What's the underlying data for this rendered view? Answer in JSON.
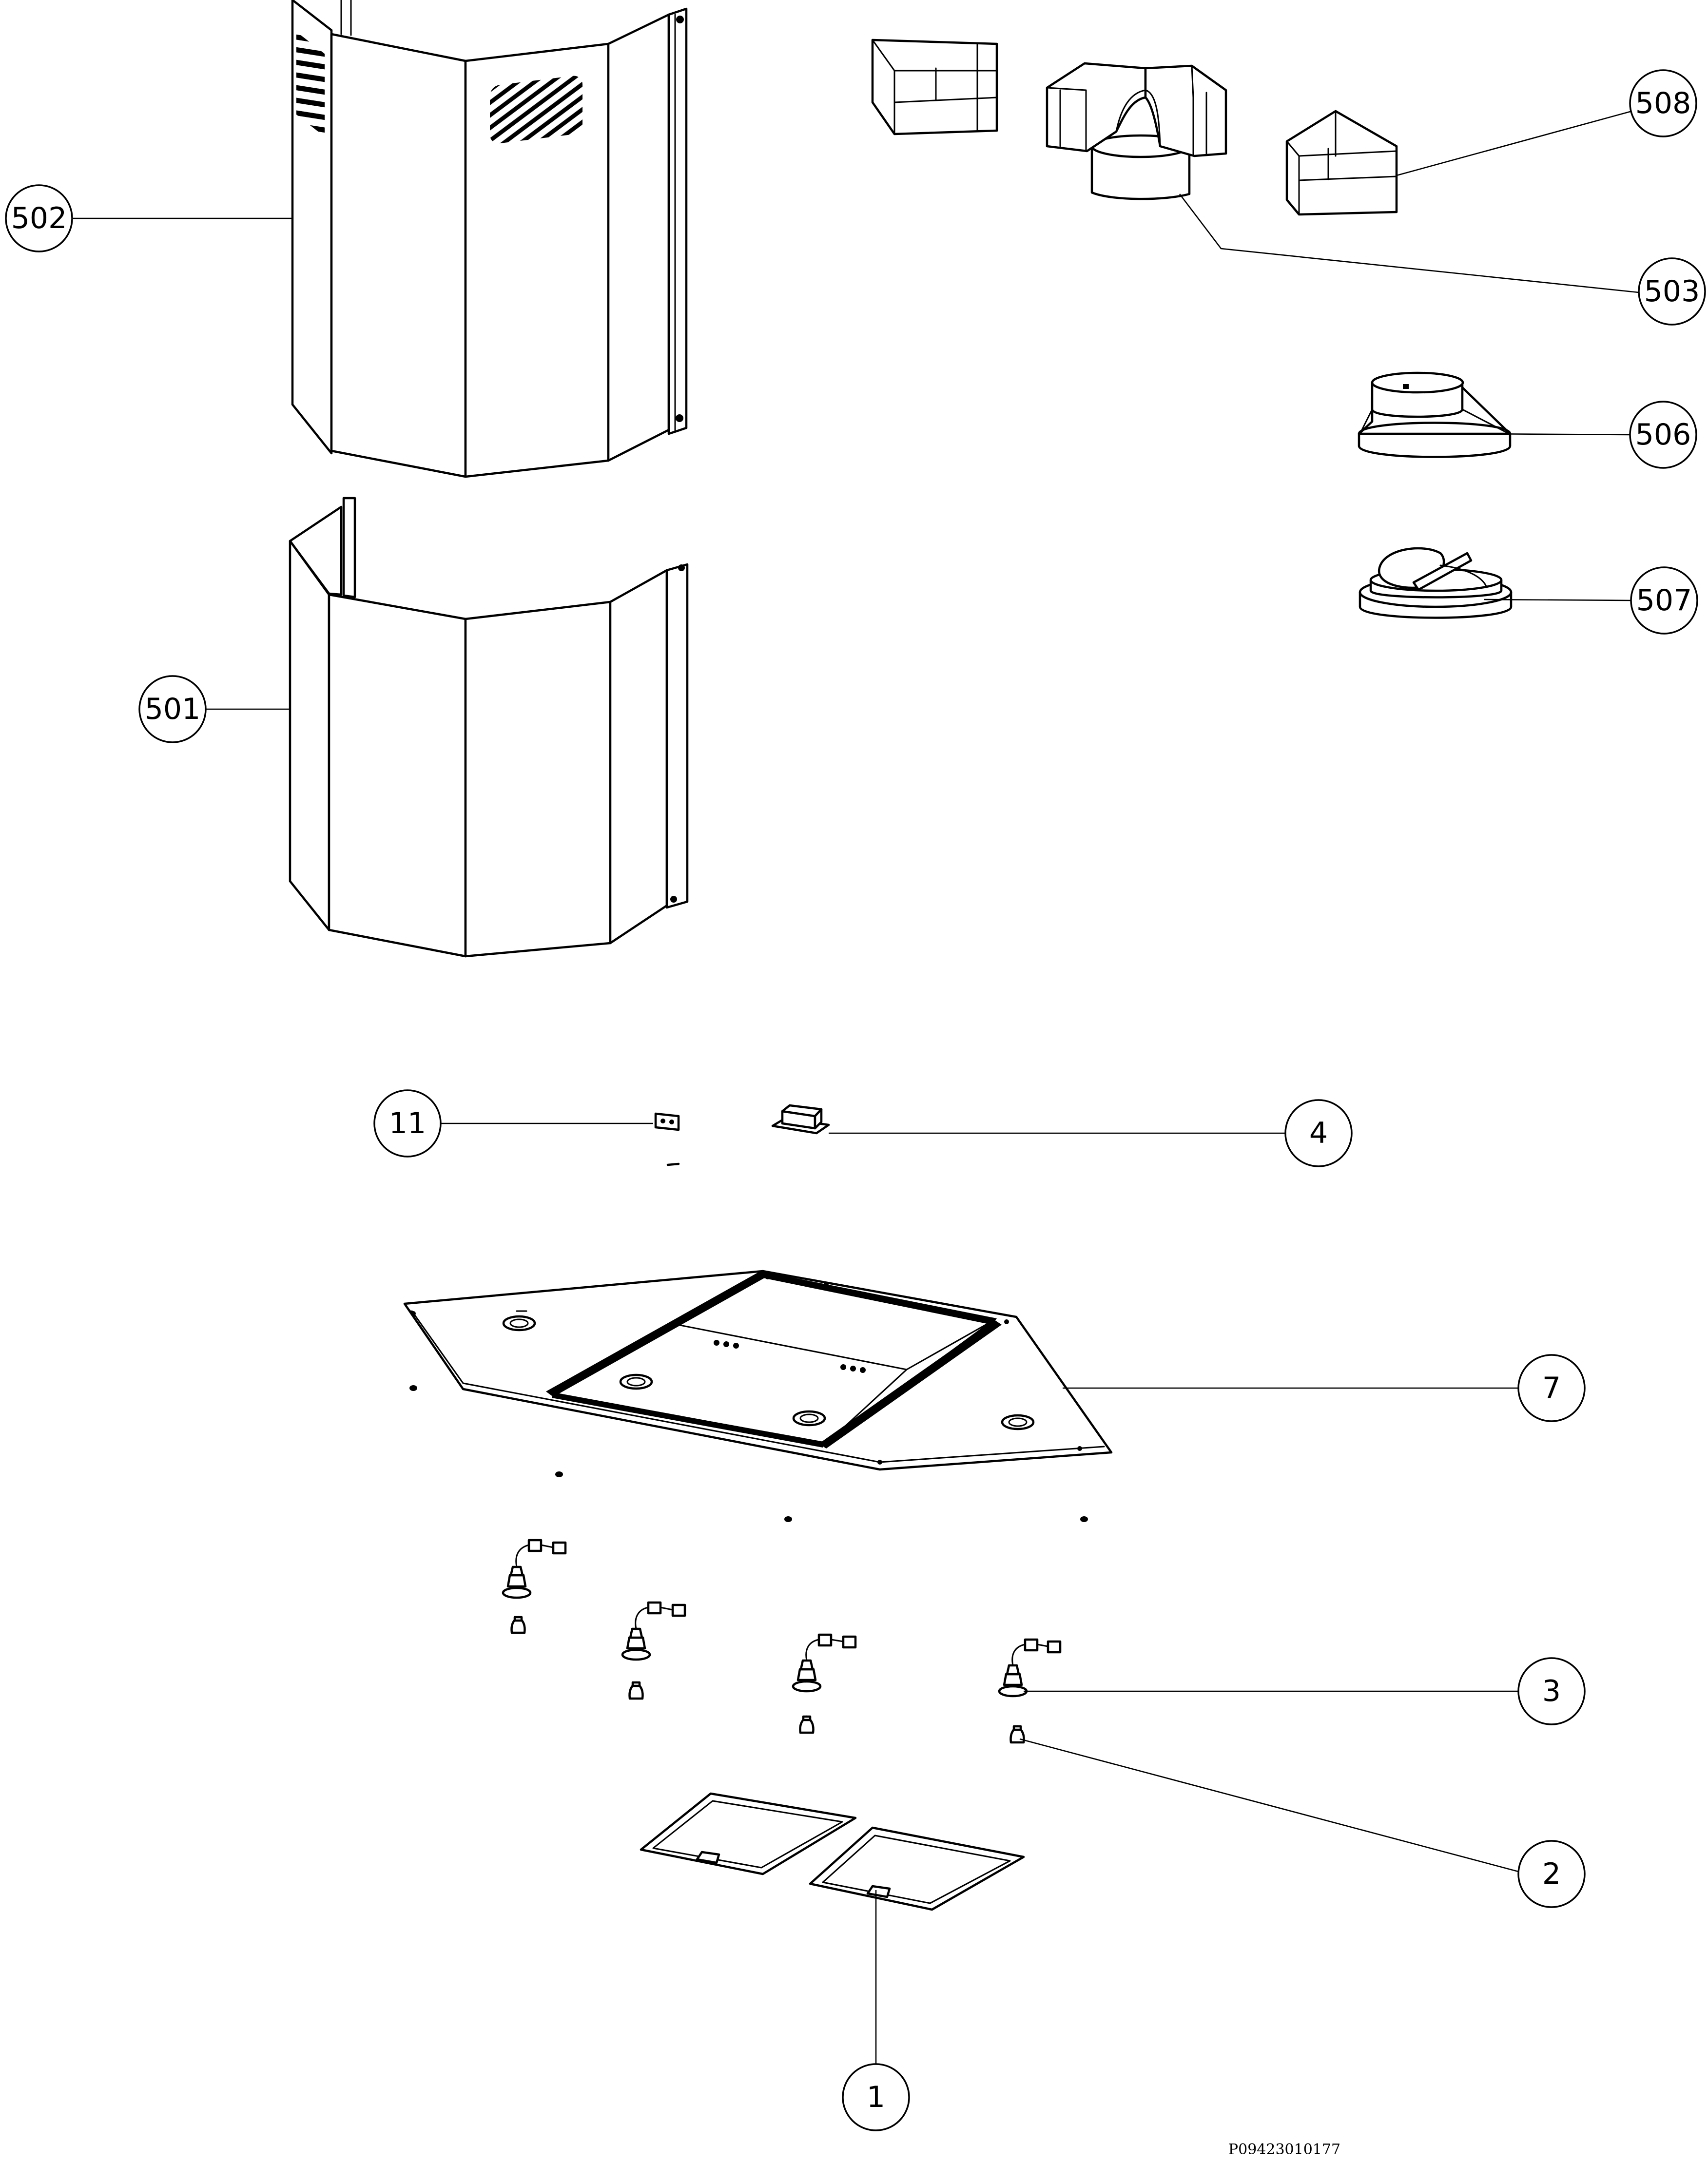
{
  "colors": {
    "line": "#000000",
    "background": "#ffffff"
  },
  "callouts": [
    {
      "id": "502",
      "label": "502"
    },
    {
      "id": "501",
      "label": "501"
    },
    {
      "id": "508",
      "label": "508"
    },
    {
      "id": "503",
      "label": "503"
    },
    {
      "id": "506",
      "label": "506"
    },
    {
      "id": "507",
      "label": "507"
    },
    {
      "id": "11",
      "label": "11"
    },
    {
      "id": "4",
      "label": "4"
    },
    {
      "id": "7",
      "label": "7"
    },
    {
      "id": "3",
      "label": "3"
    },
    {
      "id": "2",
      "label": "2"
    },
    {
      "id": "1",
      "label": "1"
    }
  ],
  "drawing_code": "P09423010177"
}
